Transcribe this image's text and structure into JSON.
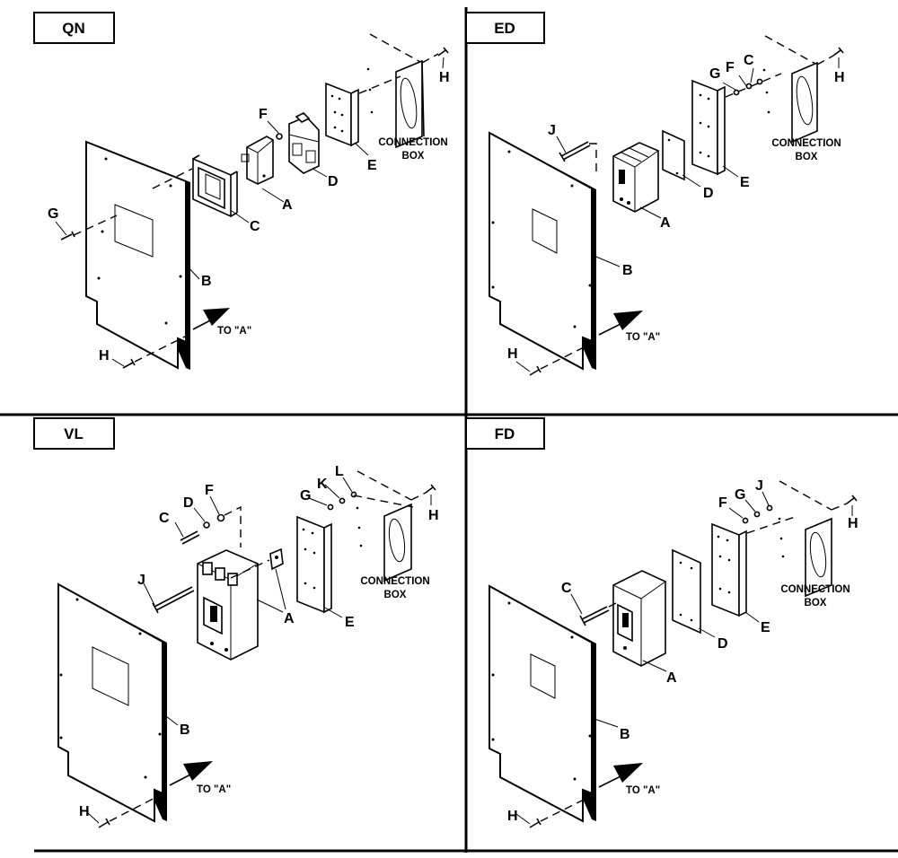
{
  "quadrants": {
    "qn": {
      "title": "QN",
      "labels": {
        "a": "A",
        "b": "B",
        "c": "C",
        "d": "D",
        "e": "E",
        "f": "F",
        "g": "G",
        "h1": "H",
        "h2": "H"
      },
      "to_a": "TO \"A\"",
      "connection_box": [
        "CONNECTION",
        "BOX"
      ]
    },
    "ed": {
      "title": "ED",
      "labels": {
        "a": "A",
        "b": "B",
        "c": "C",
        "d": "D",
        "e": "E",
        "f": "F",
        "g": "G",
        "h1": "H",
        "h2": "H",
        "j": "J"
      },
      "to_a": "TO \"A\"",
      "connection_box": [
        "CONNECTION",
        "BOX"
      ]
    },
    "vl": {
      "title": "VL",
      "labels": {
        "a": "A",
        "b": "B",
        "c": "C",
        "d": "D",
        "e": "E",
        "f": "F",
        "g": "G",
        "h1": "H",
        "h2": "H",
        "j": "J",
        "k": "K",
        "l": "L"
      },
      "to_a": "TO \"A\"",
      "connection_box": [
        "CONNECTION",
        "BOX"
      ]
    },
    "fd": {
      "title": "FD",
      "labels": {
        "a": "A",
        "b": "B",
        "c": "C",
        "d": "D",
        "e": "E",
        "f": "F",
        "g": "G",
        "h1": "H",
        "h2": "H",
        "j": "J"
      },
      "to_a": "TO \"A\"",
      "connection_box": [
        "CONNECTION",
        "BOX"
      ]
    }
  }
}
